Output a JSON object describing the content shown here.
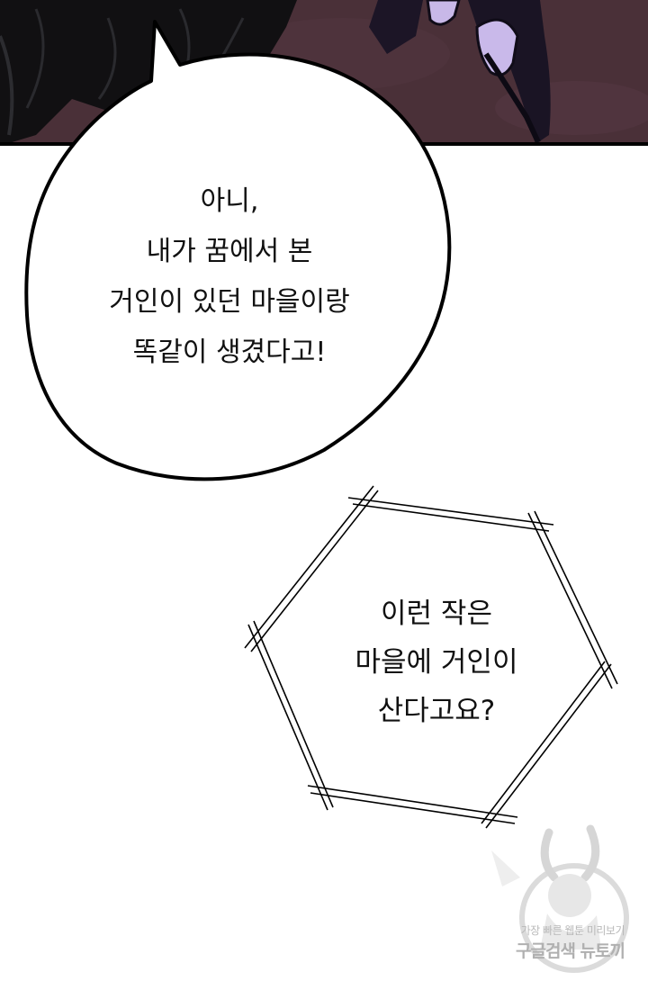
{
  "speech_bubble_1": {
    "lines": [
      "아니,",
      "내가 꿈에서 본",
      "거인이 있던 마을이랑",
      "똑같이 생겼다고!"
    ]
  },
  "speech_bubble_2": {
    "lines": [
      "이런 작은",
      "마을에 거인이",
      "산다고요?"
    ]
  },
  "watermark": {
    "line_1": "가장 빠른 웹툰 미리보기",
    "line_2": "구글검색 뉴토끼"
  },
  "colors": {
    "scene_background": "#4a3038",
    "outline": "#000000",
    "bubble_fill": "#ffffff",
    "text": "#111111",
    "watermark": "#b9b9b9"
  }
}
